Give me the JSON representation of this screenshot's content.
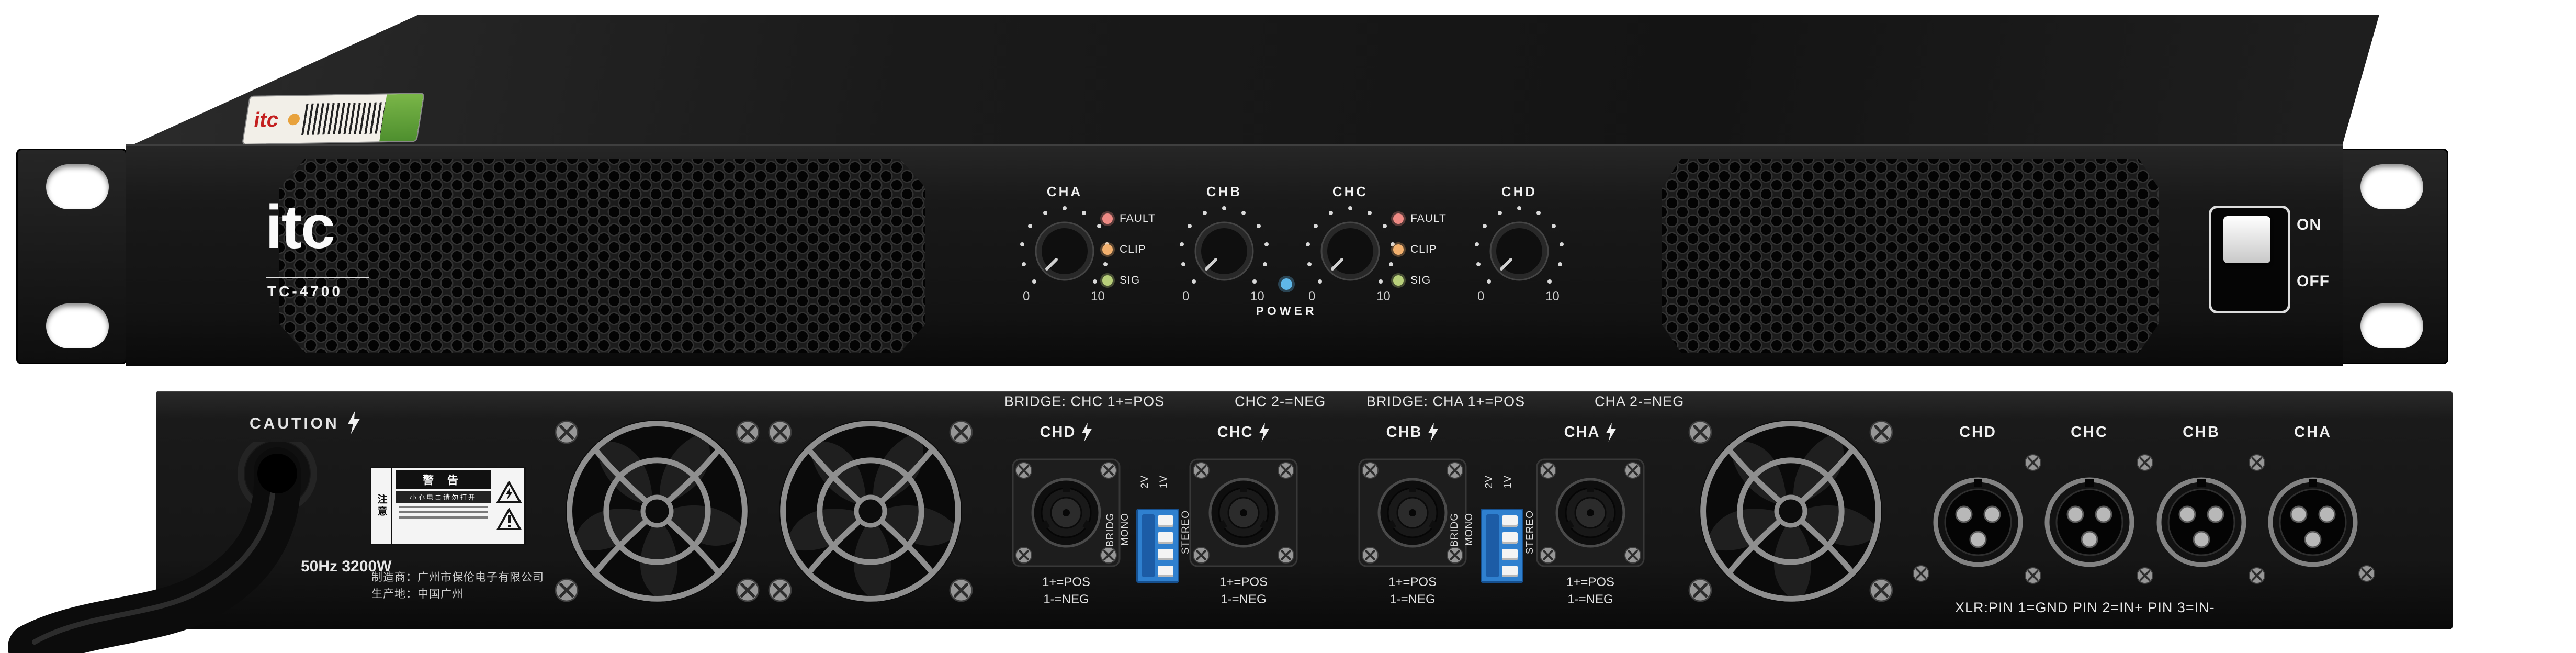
{
  "front": {
    "brand": "itc",
    "model": "TC-4700",
    "sticker_brand": "itc",
    "channels": [
      {
        "label": "CHA"
      },
      {
        "label": "CHB"
      },
      {
        "label": "CHC"
      },
      {
        "label": "CHD"
      }
    ],
    "knob_min": "0",
    "knob_max": "10",
    "leds": [
      {
        "label": "FAULT",
        "color": "#ee8a84"
      },
      {
        "label": "CLIP",
        "color": "#f2b06e"
      },
      {
        "label": "SIG",
        "color": "#b8cf7a"
      }
    ],
    "power_label": "POWER",
    "power_led_color": "#5fb7e8",
    "switch_on": "ON",
    "switch_off": "OFF"
  },
  "rear": {
    "caution": "CAUTION",
    "power_rating": "50Hz 3200W",
    "manufacturer_line1": "制造商：广州市保伦电子有限公司",
    "manufacturer_line2": "生产地：中国广州",
    "warning": {
      "title": "警 告",
      "subtitle": "小心电击请勿打开",
      "side_note": "注意"
    },
    "bridge_left_1": "BRIDGE: CHC 1+=POS",
    "bridge_left_2": "CHC 2-=NEG",
    "bridge_right_1": "BRIDGE: CHA 1+=POS",
    "bridge_right_2": "CHA 2-=NEG",
    "speakons": [
      {
        "label": "CHD",
        "line1": "1+=POS",
        "line2": "1-=NEG"
      },
      {
        "label": "CHC",
        "line1": "1+=POS",
        "line2": "1-=NEG"
      },
      {
        "label": "CHB",
        "line1": "1+=POS",
        "line2": "1-=NEG"
      },
      {
        "label": "CHA",
        "line1": "1+=POS",
        "line2": "1-=NEG"
      }
    ],
    "dip": {
      "v2": "2V",
      "v1": "1V",
      "bridg": "BRIDG",
      "mono": "MONO",
      "stereo": "STEREO"
    },
    "xlrs": [
      {
        "label": "CHD"
      },
      {
        "label": "CHC"
      },
      {
        "label": "CHB"
      },
      {
        "label": "CHA"
      }
    ],
    "xlr_note": "XLR:PIN 1=GND PIN 2=IN+ PIN 3=IN-"
  }
}
